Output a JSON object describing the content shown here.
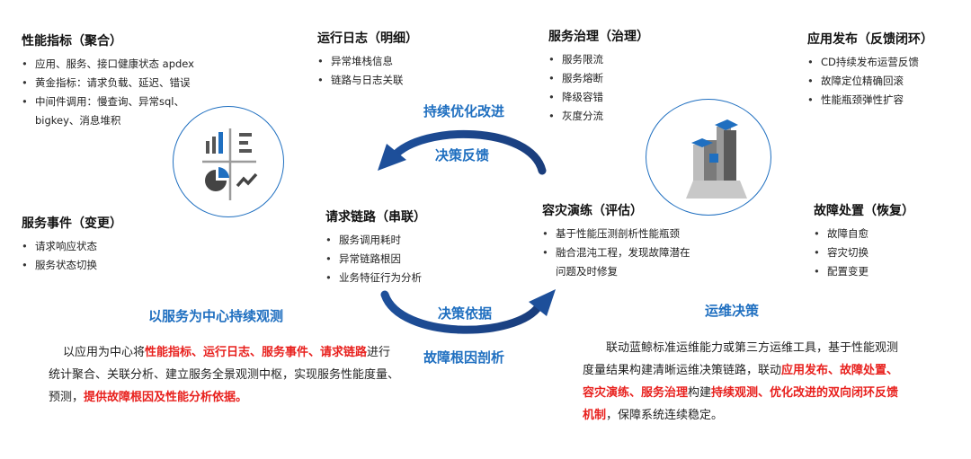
{
  "perf": {
    "title": "性能指标（聚合）",
    "items": [
      "应用、服务、接口健康状态 apdex",
      "黄金指标：请求负载、延迟、错误",
      "中间件调用：慢查询、异常sql、",
      "bigkey、消息堆积"
    ]
  },
  "runlog": {
    "title": "运行日志（明细）",
    "items": [
      "异常堆栈信息",
      "链路与日志关联"
    ]
  },
  "svcgov": {
    "title": "服务治理（治理）",
    "items": [
      "服务限流",
      "服务熔断",
      "降级容错",
      "灰度分流"
    ]
  },
  "release": {
    "title": "应用发布（反馈闭环）",
    "items": [
      "CD持续发布运营反馈",
      "故障定位精确回滚",
      "性能瓶颈弹性扩容"
    ]
  },
  "events": {
    "title": "服务事件（变更）",
    "items": [
      "请求响应状态",
      "服务状态切换"
    ]
  },
  "chain": {
    "title": "请求链路（串联）",
    "items": [
      "服务调用耗时",
      "异常链路根因",
      "业务特征行为分析"
    ]
  },
  "drill": {
    "title": "容灾演练（评估）",
    "items": [
      "基于性能压测剖析性能瓶颈",
      "融合混沌工程，发现故障潜在",
      "问题及时修复"
    ]
  },
  "fault": {
    "title": "故障处置（恢复）",
    "items": [
      "故障自愈",
      "容灾切换",
      "配置变更"
    ]
  },
  "arrows": {
    "top_label": "持续优化改进",
    "top_inner": "决策反馈",
    "bottom_inner": "决策依据",
    "bottom_label": "故障根因剖析"
  },
  "left_heading": "以服务为中心持续观测",
  "right_heading": "运维决策",
  "left_para": {
    "p1": "以应用为中心将",
    "r1": "性能指标、运行日志、服务事件、请求链路",
    "p2": "进行统计聚合、关联分析、建立服务全景观测中枢，实现服务性能度量、预测，",
    "r2": "提供故障根因及性能分析依据。"
  },
  "right_para": {
    "p1": "联动蓝鲸标准运维能力或第三方运维工具，基于性能观测度量结果构建清晰运维决策链路，联动",
    "r1": "应用发布、故障处置、容灾演练、服务治理",
    "p2": "构建",
    "r2": "持续观测、优化改进的双向闭环反馈机制",
    "p3": "，保障系统连续稳定。"
  },
  "colors": {
    "accent": "#1f6fc0",
    "highlight": "#e8211e",
    "icon_gray": "#4a4a4a"
  },
  "icons": {
    "left": "dashboard-chart-icon",
    "right": "building-blocks-icon"
  }
}
